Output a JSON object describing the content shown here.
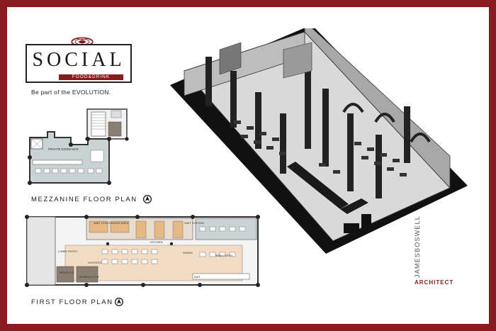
{
  "brand": {
    "name": "SOCIAL",
    "subtitle": "FOOD&DRINK",
    "tagline": "Be part of the EVOLUTION.",
    "accent_color": "#8b1a1e"
  },
  "mezzanine": {
    "title": "MEZZANINE FLOOR PLAN",
    "room_labels": [
      "PRIVATE DINING",
      "BAR"
    ]
  },
  "first_floor": {
    "title": "FIRST FLOOR PLAN",
    "room_labels": [
      "WAIT STATION",
      "DISH AREA",
      "KITCHEN",
      "WAIT STATION",
      "LOBBY ENTRY",
      "HOSTESS",
      "DINING",
      "MAIN ENTRY",
      "MEN'S R.R.",
      "WOMEN'S R.R.",
      "BAR"
    ]
  },
  "credit": {
    "name": "JAMESBOSWELL",
    "role": "ARCHITECT"
  },
  "icons": {
    "north_arrow": "north-arrow-icon",
    "logo_mark": "filigree-ornament-icon"
  }
}
